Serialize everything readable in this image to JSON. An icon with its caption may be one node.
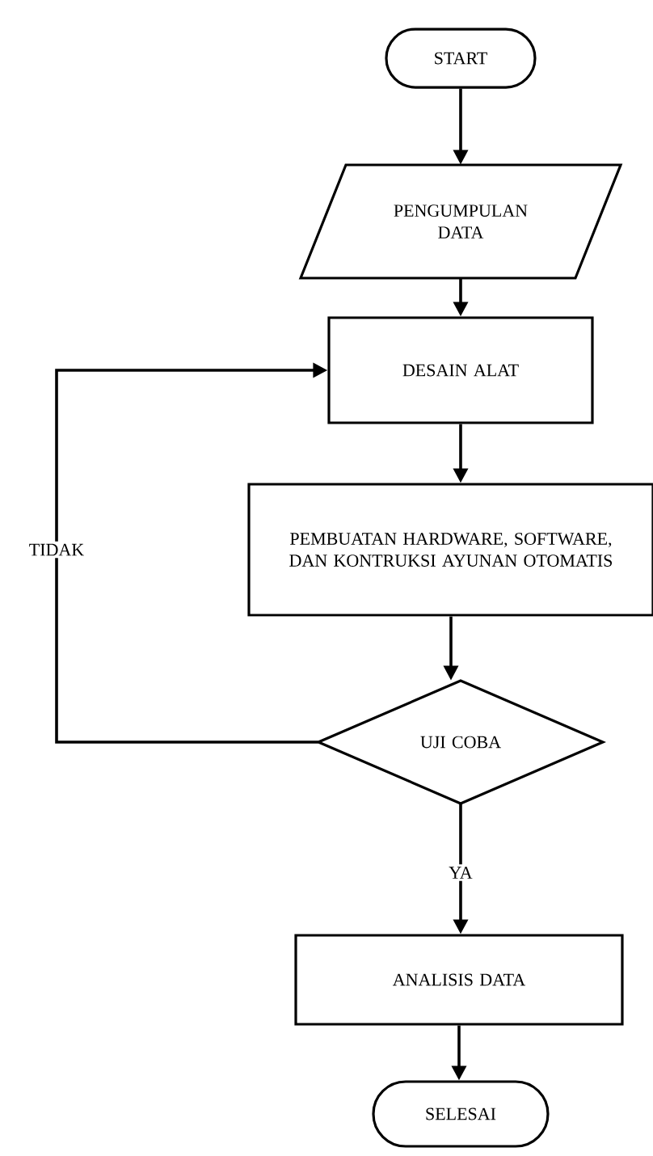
{
  "diagram": {
    "nodes": [
      {
        "text": [
          "START"
        ]
      },
      {
        "text": [
          "PENGUMPULAN DATA"
        ]
      },
      {
        "text": [
          "DESAIN ALAT"
        ]
      },
      {
        "text": [
          "PEMBUATAN HARDWARE, SOFTWARE, DAN KONTRUKSI AYUNAN OTOMATIS"
        ]
      },
      {
        "text": [
          "UJI COBA"
        ]
      },
      {
        "text": [
          "ANALISIS DATA"
        ]
      },
      {
        "text": [
          "SELESAI"
        ]
      }
    ],
    "edges": [
      {
        "from": 0,
        "to": 1,
        "arrow": "to"
      },
      {
        "from": 1,
        "to": 2,
        "arrow": "to"
      },
      {
        "from": 2,
        "to": 3,
        "arrow": "to"
      },
      {
        "from": 3,
        "to": 4,
        "arrow": "to"
      },
      {
        "from": 4,
        "to": 2,
        "arrow": "to",
        "label": "TIDAK"
      },
      {
        "from": 4,
        "to": 5,
        "arrow": "to",
        "label": "YA"
      },
      {
        "from": 5,
        "to": 6,
        "arrow": "to"
      }
    ]
  }
}
